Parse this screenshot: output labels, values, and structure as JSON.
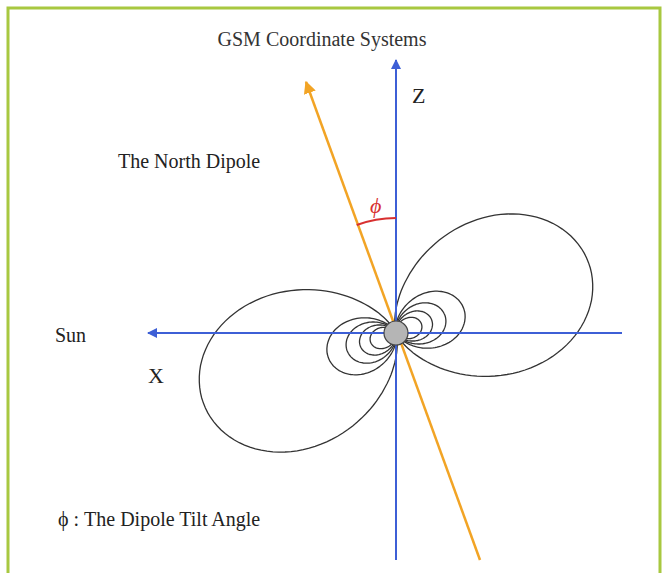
{
  "diagram": {
    "title": "GSM Coordinate Systems",
    "labels": [
      "Z",
      "The North Dipole",
      "ϕ",
      "Sun",
      "X",
      "ϕ : The Dipole Tilt Angle"
    ]
  }
}
